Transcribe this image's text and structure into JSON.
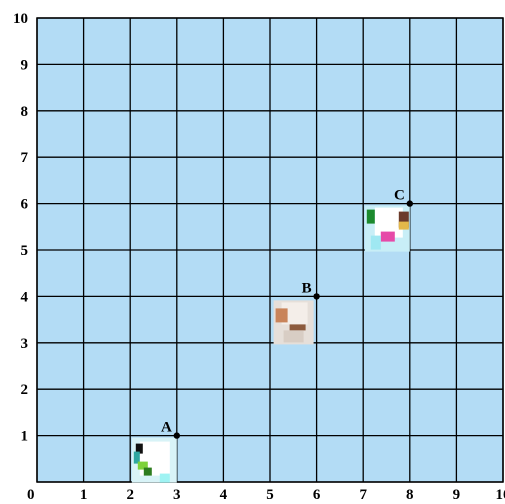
{
  "board": {
    "background": "#b3dcf5",
    "grid_color": "#000000",
    "x_range": [
      0,
      10
    ],
    "y_range": [
      0,
      10
    ],
    "x_ticks": [
      {
        "value": 0,
        "label": "0"
      },
      {
        "value": 1,
        "label": "1"
      },
      {
        "value": 2,
        "label": "2"
      },
      {
        "value": 3,
        "label": "3"
      },
      {
        "value": 4,
        "label": "4"
      },
      {
        "value": 5,
        "label": "5"
      },
      {
        "value": 6,
        "label": "6"
      },
      {
        "value": 7,
        "label": "7"
      },
      {
        "value": 8,
        "label": "8"
      },
      {
        "value": 9,
        "label": "9"
      },
      {
        "value": 10,
        "label": "10"
      }
    ],
    "y_ticks": [
      {
        "value": 1,
        "label": "1"
      },
      {
        "value": 2,
        "label": "2"
      },
      {
        "value": 3,
        "label": "3"
      },
      {
        "value": 4,
        "label": "4"
      },
      {
        "value": 5,
        "label": "5"
      },
      {
        "value": 6,
        "label": "6"
      },
      {
        "value": 7,
        "label": "7"
      },
      {
        "value": 8,
        "label": "8"
      },
      {
        "value": 9,
        "label": "9"
      },
      {
        "value": 10,
        "label": "10"
      }
    ]
  },
  "points": [
    {
      "label": "A",
      "x": 3,
      "y": 1,
      "sprite": "green-creature"
    },
    {
      "label": "B",
      "x": 6,
      "y": 4,
      "sprite": "brown-creature"
    },
    {
      "label": "C",
      "x": 8,
      "y": 6,
      "sprite": "green-pink-creature"
    }
  ]
}
